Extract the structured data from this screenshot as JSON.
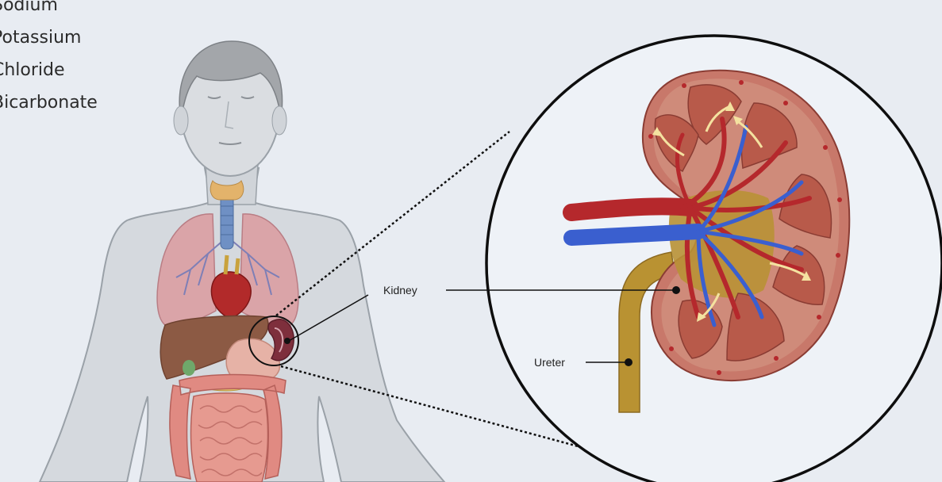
{
  "electrolytes": [
    "Sodium",
    "Potassium",
    "Chloride",
    "Bicarbonate"
  ],
  "labels": {
    "kidney": "Kidney",
    "ureter": "Ureter"
  },
  "colors": {
    "background": "#e8ecf2",
    "body_fill": "#d5d9de",
    "artery": "#b5282c",
    "vein": "#3a5fcf",
    "ureter": "#b99232",
    "cortex": "#c8786a",
    "pyramid": "#b85a4a",
    "lung": "#dba2a6",
    "liver": "#8c5a44",
    "intestine": "#e08a82"
  },
  "icons": [
    "human-figure-icon",
    "kidney-cross-section-icon",
    "magnifier-circle-icon"
  ]
}
